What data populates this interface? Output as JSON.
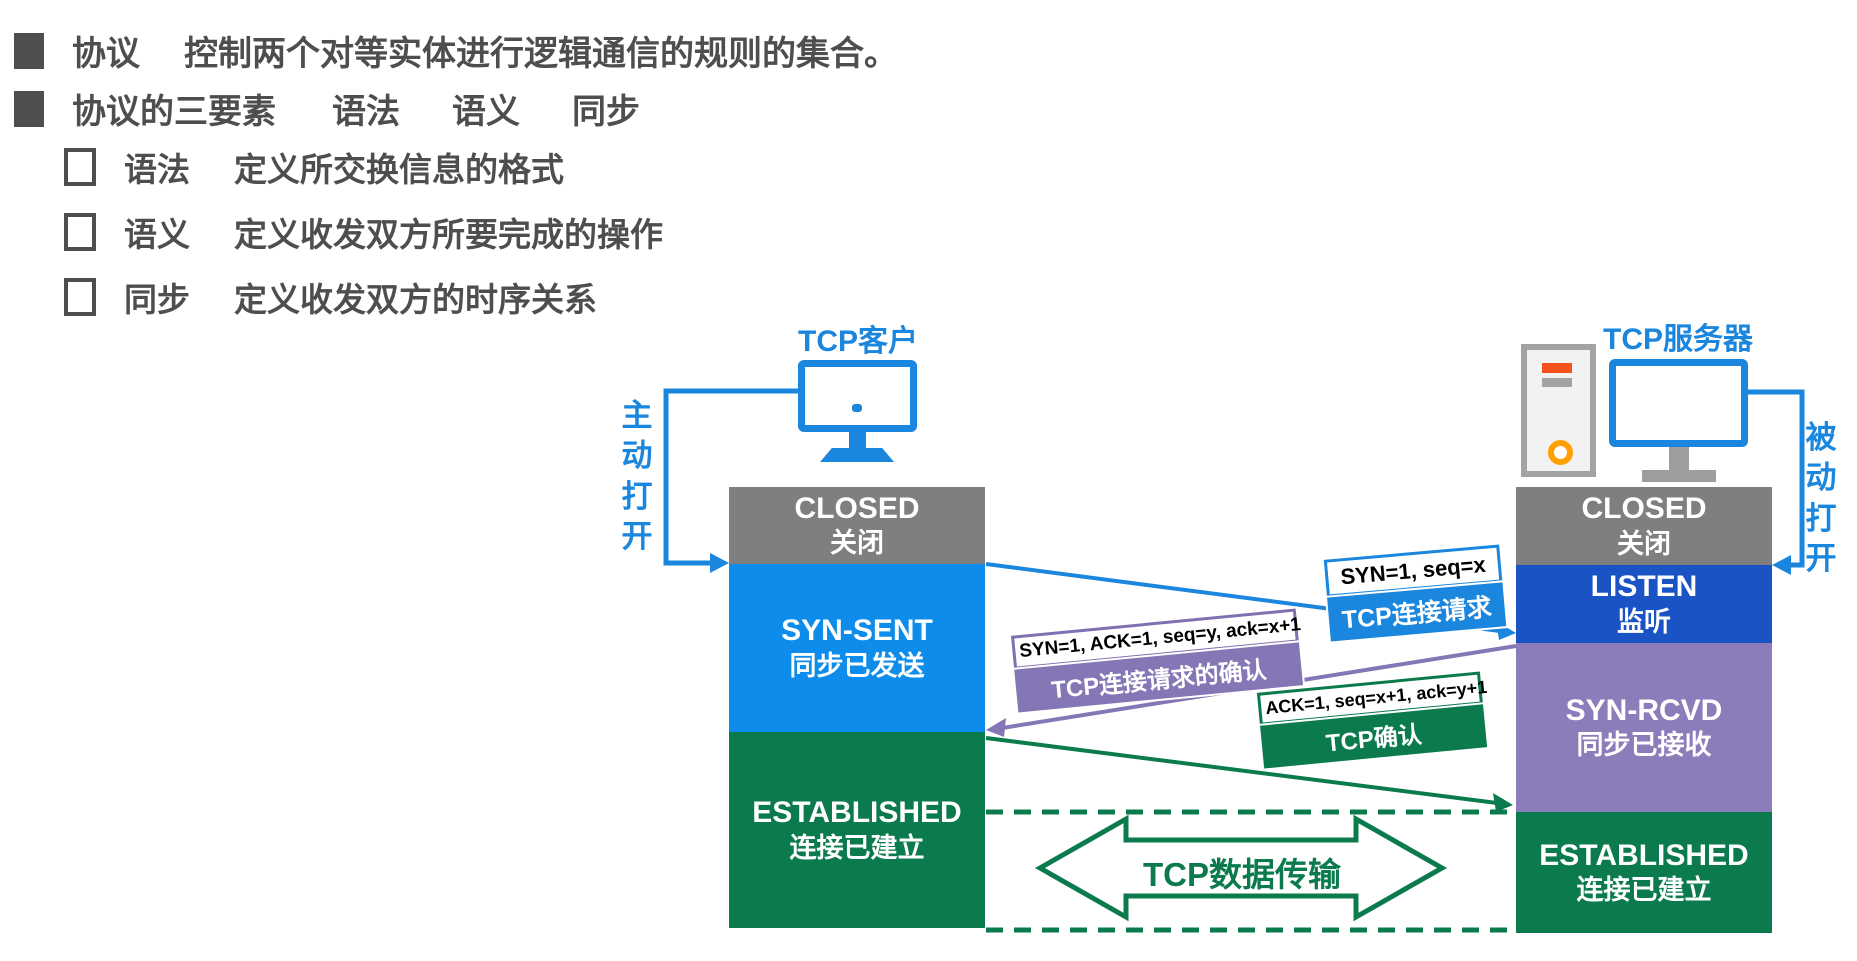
{
  "bullets": {
    "line1": {
      "term": "协议",
      "desc": "控制两个对等实体进行逻辑通信的规则的集合。"
    },
    "line2": {
      "term": "协议的三要素",
      "items": [
        "语法",
        "语义",
        "同步"
      ]
    },
    "sub": [
      {
        "term": "语法",
        "desc": "定义所交换信息的格式"
      },
      {
        "term": "语义",
        "desc": "定义收发双方所要完成的操作"
      },
      {
        "term": "同步",
        "desc": "定义收发双方的时序关系"
      }
    ]
  },
  "client": {
    "label": "TCP客户",
    "open_label": "主动打开",
    "states": [
      {
        "en": "CLOSED",
        "zh": "关闭"
      },
      {
        "en": "SYN-SENT",
        "zh": "同步已发送"
      },
      {
        "en": "ESTABLISHED",
        "zh": "连接已建立"
      }
    ]
  },
  "server": {
    "label": "TCP服务器",
    "open_label": "被动打开",
    "states": [
      {
        "en": "CLOSED",
        "zh": "关闭"
      },
      {
        "en": "LISTEN",
        "zh": "监听"
      },
      {
        "en": "SYN-RCVD",
        "zh": "同步已接收"
      },
      {
        "en": "ESTABLISHED",
        "zh": "连接已建立"
      }
    ]
  },
  "messages": [
    {
      "params": "SYN=1, seq=x",
      "label": "TCP连接请求"
    },
    {
      "params": "SYN=1, ACK=1, seq=y, ack=x+1",
      "label": "TCP连接请求的确认"
    },
    {
      "params": "ACK=1, seq=x+1, ack=y+1",
      "label": "TCP确认"
    }
  ],
  "data_transfer_label": "TCP数据传输",
  "colors": {
    "accent_blue": "#1a86dd",
    "client_syn_sent_blue": "#0d8ceb",
    "server_listen_blue": "#1a53c4",
    "closed_gray": "#7f7f7f",
    "established_green": "#0b7b4e",
    "syn_rcvd_purple": "#8c7cba",
    "message_purple": "#8577b5",
    "tower_orange": "#f4511e",
    "tower_amber": "#ffa000",
    "text_gray": "#4e4e4e"
  }
}
